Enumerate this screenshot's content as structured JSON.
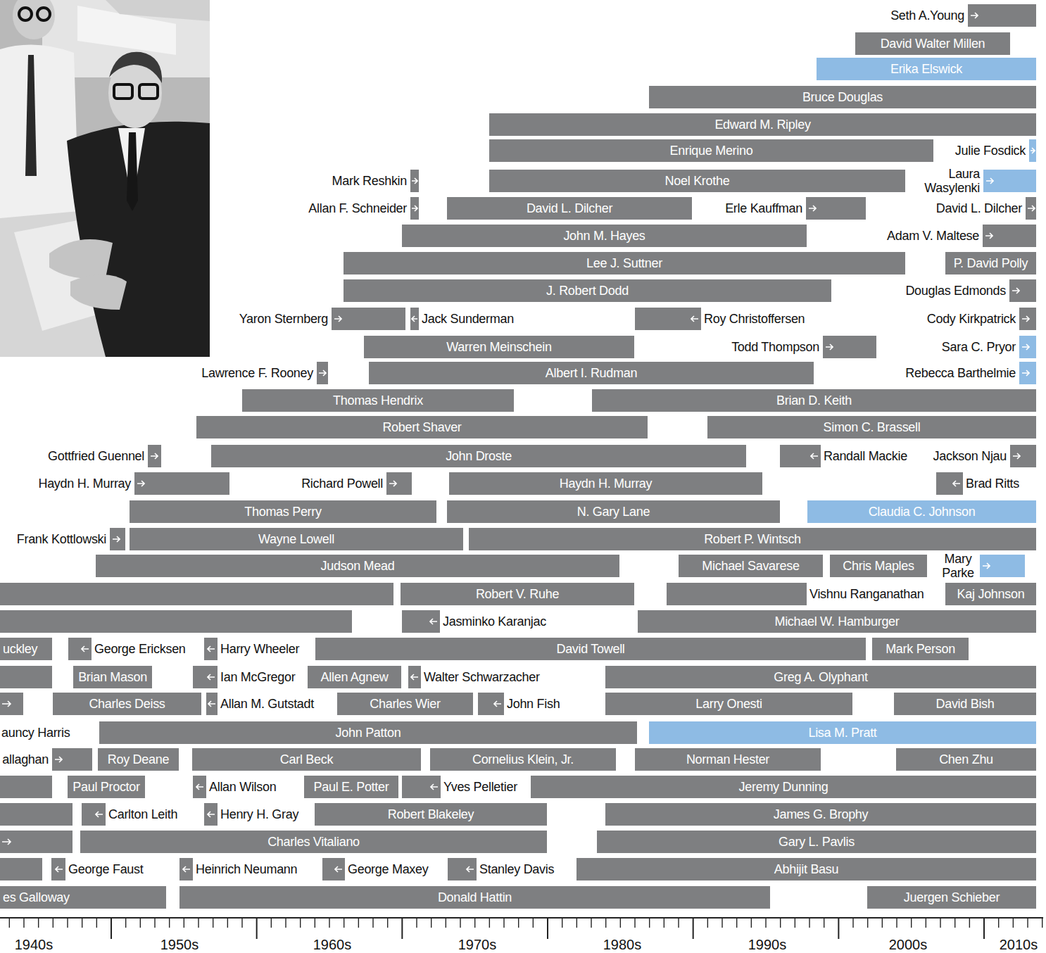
{
  "diagram": {
    "nodes": [
      {
        "text": [
          "Seth A.Young"
        ]
      },
      {
        "text": [
          "David Walter Millen"
        ]
      },
      {
        "text": [
          "Erika Elswick"
        ]
      },
      {
        "text": [
          "Bruce Douglas"
        ]
      },
      {
        "text": [
          "Edward M. Ripley"
        ]
      },
      {
        "text": [
          "Enrique Merino"
        ]
      },
      {
        "text": [
          "Julie Fosdick"
        ]
      },
      {
        "text": [
          "Mark Reshkin"
        ]
      },
      {
        "text": [
          "Noel Krothe"
        ]
      },
      {
        "text": [
          "Laura Wasylenki"
        ]
      },
      {
        "text": [
          "Allan F. Schneider"
        ]
      },
      {
        "text": [
          "David L. Dilcher"
        ]
      },
      {
        "text": [
          "Erle Kauffman"
        ]
      },
      {
        "text": [
          "David L. Dilcher"
        ]
      },
      {
        "text": [
          "John M. Hayes"
        ]
      },
      {
        "text": [
          "Adam V. Maltese"
        ]
      },
      {
        "text": [
          "Lee J. Suttner"
        ]
      },
      {
        "text": [
          "P. David Polly"
        ]
      },
      {
        "text": [
          "J. Robert Dodd"
        ]
      },
      {
        "text": [
          "Douglas Edmonds"
        ]
      },
      {
        "text": [
          "Yaron Sternberg"
        ]
      },
      {
        "text": [
          "Jack Sunderman"
        ]
      },
      {
        "text": [
          "Roy Christoffersen"
        ]
      },
      {
        "text": [
          "Cody Kirkpatrick"
        ]
      },
      {
        "text": [
          "Warren Meinschein"
        ]
      },
      {
        "text": [
          "Todd Thompson"
        ]
      },
      {
        "text": [
          "Sara C. Pryor"
        ]
      },
      {
        "text": [
          "Lawrence F. Rooney"
        ]
      },
      {
        "text": [
          "Albert I. Rudman"
        ]
      },
      {
        "text": [
          "Rebecca Barthelmie"
        ]
      },
      {
        "text": [
          "Thomas Hendrix"
        ]
      },
      {
        "text": [
          "Brian D. Keith"
        ]
      },
      {
        "text": [
          "Robert Shaver"
        ]
      },
      {
        "text": [
          "Simon C. Brassell"
        ]
      },
      {
        "text": [
          "Gottfried Guennel"
        ]
      },
      {
        "text": [
          "John Droste"
        ]
      },
      {
        "text": [
          "Randall Mackie"
        ]
      },
      {
        "text": [
          "Jackson Njau"
        ]
      },
      {
        "text": [
          "Haydn H. Murray"
        ]
      },
      {
        "text": [
          "Richard Powell"
        ]
      },
      {
        "text": [
          "Haydn H. Murray"
        ]
      },
      {
        "text": [
          "Brad Ritts"
        ]
      },
      {
        "text": [
          "Thomas Perry"
        ]
      },
      {
        "text": [
          "N. Gary Lane"
        ]
      },
      {
        "text": [
          "Claudia C. Johnson"
        ]
      },
      {
        "text": [
          "Frank Kottlowski"
        ]
      },
      {
        "text": [
          "Wayne Lowell"
        ]
      },
      {
        "text": [
          "Robert P. Wintsch"
        ]
      },
      {
        "text": [
          "Judson Mead"
        ]
      },
      {
        "text": [
          "Michael Savarese"
        ]
      },
      {
        "text": [
          "Chris Maples"
        ]
      },
      {
        "text": [
          "Mary Parke"
        ]
      },
      {
        "text": [
          "Robert V. Ruhe"
        ]
      },
      {
        "text": [
          "Vishnu Ranganathan"
        ]
      },
      {
        "text": [
          "Kaj Johnson"
        ]
      },
      {
        "text": [
          "Jasminko Karanjac"
        ]
      },
      {
        "text": [
          "Michael W. Hamburger"
        ]
      },
      {
        "text": [
          "uckley"
        ]
      },
      {
        "text": [
          "George Ericksen"
        ]
      },
      {
        "text": [
          "Harry Wheeler"
        ]
      },
      {
        "text": [
          "David Towell"
        ]
      },
      {
        "text": [
          "Mark Person"
        ]
      },
      {
        "text": [
          "Brian Mason"
        ]
      },
      {
        "text": [
          "Ian McGregor"
        ]
      },
      {
        "text": [
          "Allen Agnew"
        ]
      },
      {
        "text": [
          "Walter Schwarzacher"
        ]
      },
      {
        "text": [
          "Greg A. Olyphant"
        ]
      },
      {
        "text": [
          "Charles Deiss"
        ]
      },
      {
        "text": [
          "Allan M. Gutstadt"
        ]
      },
      {
        "text": [
          "Charles Wier"
        ]
      },
      {
        "text": [
          "John Fish"
        ]
      },
      {
        "text": [
          "Larry Onesti"
        ]
      },
      {
        "text": [
          "David Bish"
        ]
      },
      {
        "text": [
          "John Patton"
        ]
      },
      {
        "text": [
          "Lisa M. Pratt"
        ]
      },
      {
        "text": [
          "allaghan"
        ]
      },
      {
        "text": [
          "Roy Deane"
        ]
      },
      {
        "text": [
          "Carl Beck"
        ]
      },
      {
        "text": [
          "Cornelius Klein, Jr."
        ]
      },
      {
        "text": [
          "Norman Hester"
        ]
      },
      {
        "text": [
          "Chen Zhu"
        ]
      },
      {
        "text": [
          "Paul Proctor"
        ]
      },
      {
        "text": [
          "Allan Wilson"
        ]
      },
      {
        "text": [
          "Paul E. Potter"
        ]
      },
      {
        "text": [
          "Yves Pelletier"
        ]
      },
      {
        "text": [
          "Jeremy Dunning"
        ]
      },
      {
        "text": [
          "Carlton Leith"
        ]
      },
      {
        "text": [
          "Henry H. Gray"
        ]
      },
      {
        "text": [
          "Robert Blakeley"
        ]
      },
      {
        "text": [
          "James G. Brophy"
        ]
      },
      {
        "text": [
          "Charles Vitaliano"
        ]
      },
      {
        "text": [
          "Gary L. Pavlis"
        ]
      },
      {
        "text": [
          "George Faust"
        ]
      },
      {
        "text": [
          "Heinrich Neumann"
        ]
      },
      {
        "text": [
          "George Maxey"
        ]
      },
      {
        "text": [
          "Stanley Davis"
        ]
      },
      {
        "text": [
          "Abhijit Basu"
        ]
      },
      {
        "text": [
          "es Galloway"
        ]
      },
      {
        "text": [
          "Donald Hattin"
        ]
      },
      {
        "text": [
          "Juergen Schieber"
        ]
      }
    ],
    "labels": [
      "auncy Harris",
      "1940s",
      "1950s",
      "1960s",
      "1970s",
      "1980s",
      "1990s",
      "2000s",
      "2010s"
    ]
  }
}
